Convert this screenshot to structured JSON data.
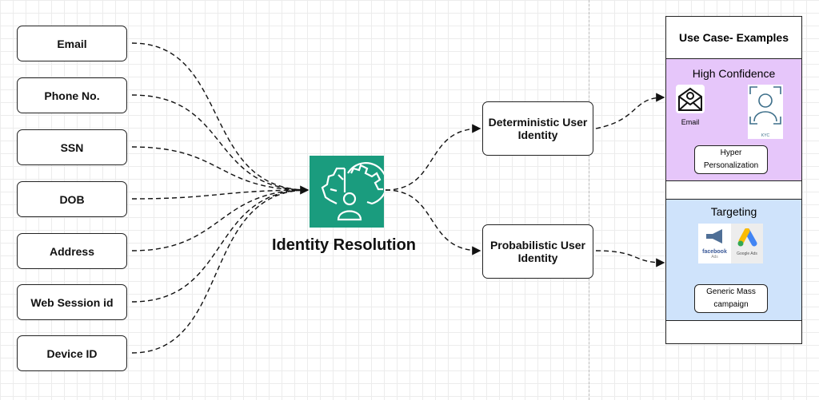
{
  "inputs": [
    "Email",
    "Phone No.",
    "SSN",
    "DOB",
    "Address",
    "Web Session id",
    "Device ID"
  ],
  "center": {
    "label": "Identity Resolution",
    "icon": "brain-gear-user-icon",
    "color": "#1a9c7e"
  },
  "outputs": {
    "deterministic": "Deterministic User Identity",
    "probabilistic": "Probabilistic User Identity"
  },
  "panel": {
    "title": "Use Case- Examples",
    "high": {
      "title": "High Confidence",
      "email_label": "Email",
      "kyc_label": "KYC",
      "box": "Hyper Personalization",
      "color": "#e6c6fa"
    },
    "targeting": {
      "title": "Targeting",
      "facebook": "facebook",
      "facebook_sub": "Ads",
      "google": "Google Ads",
      "box": "Generic Mass campaign",
      "color": "#cfe3fb"
    }
  }
}
